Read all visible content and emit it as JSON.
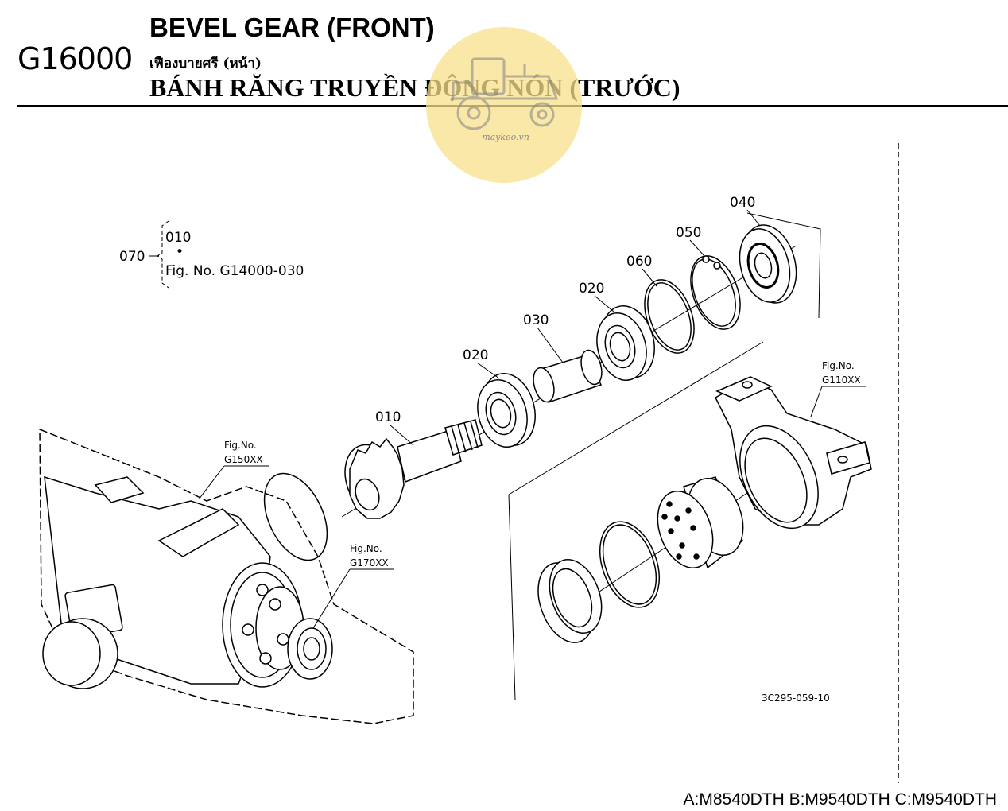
{
  "header": {
    "code": "G16000",
    "title_en": "BEVEL GEAR (FRONT)",
    "title_th": "เฟืองบายศรี (หน้า)",
    "title_vi": "BÁNH RĂNG TRUYỀN ĐỘNG NÓN (TRƯỚC)"
  },
  "watermark": {
    "text": "maykeo.vn",
    "color": "#f7e08a"
  },
  "legend": {
    "parent": "070",
    "child": "010",
    "dot": "•",
    "ref": "Fig. No. G14000-030"
  },
  "parts": {
    "p010": "010",
    "p020a": "020",
    "p020b": "020",
    "p030": "030",
    "p040": "040",
    "p050": "050",
    "p060": "060"
  },
  "fig_refs": {
    "g150": {
      "line1": "Fig.No.",
      "line2": "G150XX"
    },
    "g170": {
      "line1": "Fig.No.",
      "line2": "G170XX"
    },
    "g110": {
      "line1": "Fig.No.",
      "line2": "G110XX"
    }
  },
  "drawing_code": "3C295-059-10",
  "models": "A:M8540DTH B:M9540DTH C:M9540DTH"
}
